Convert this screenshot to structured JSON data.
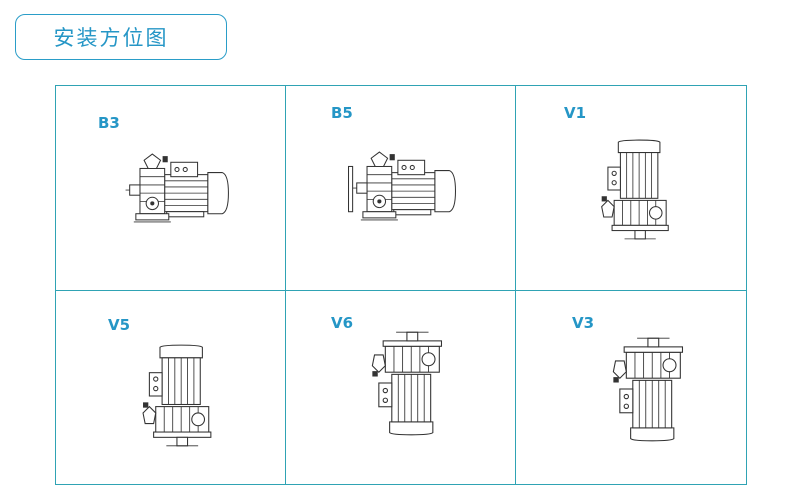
{
  "header": {
    "title": "安装方位图"
  },
  "positions": [
    {
      "code": "B3",
      "icon": "horizontal-motor-gearbox-icon"
    },
    {
      "code": "B5",
      "icon": "horizontal-motor-gearbox-flange-icon"
    },
    {
      "code": "V1",
      "icon": "vertical-motor-top-icon"
    },
    {
      "code": "V5",
      "icon": "vertical-motor-top-flange-icon"
    },
    {
      "code": "V6",
      "icon": "vertical-motor-bottom-icon"
    },
    {
      "code": "V3",
      "icon": "vertical-motor-bottom-flange-icon"
    }
  ],
  "colors": {
    "accent": "#2596c6",
    "grid_border": "#2fa3b4"
  }
}
